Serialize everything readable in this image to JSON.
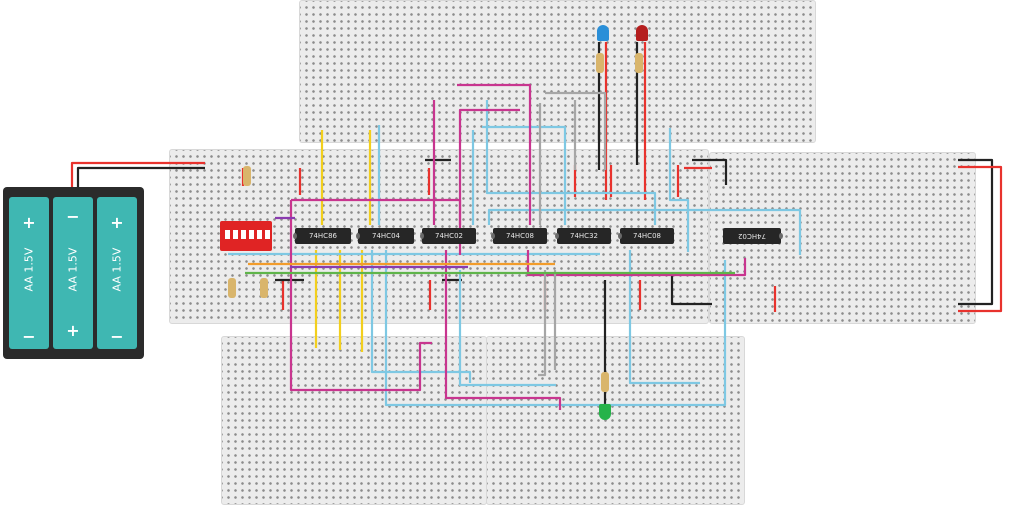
{
  "battery": {
    "cells": [
      {
        "label": "AA 1.5V",
        "top_sign": "+",
        "bottom_sign": "−"
      },
      {
        "label": "AA 1.5V",
        "top_sign": "−",
        "bottom_sign": "+"
      },
      {
        "label": "AA 1.5V",
        "top_sign": "+",
        "bottom_sign": "−"
      }
    ],
    "color": "#3fb7b2"
  },
  "chips": [
    {
      "label": "74HC86"
    },
    {
      "label": "74HC04"
    },
    {
      "label": "74HC02"
    },
    {
      "label": "74HC08"
    },
    {
      "label": "74HC32"
    },
    {
      "label": "74HC08"
    },
    {
      "label": "74HC02",
      "rotated": true
    }
  ],
  "leds": [
    {
      "name": "blue-led",
      "color": "#2a8fd8"
    },
    {
      "name": "red-led",
      "color": "#b51e1e"
    },
    {
      "name": "green-led",
      "color": "#26b34a"
    }
  ],
  "dip_switch": {
    "color": "#e02424",
    "positions": 6
  },
  "wire_colors": {
    "power": "#e8322d",
    "ground": "#222222",
    "yellow": "#f2cf1d",
    "cyan": "#7ec8e3",
    "magenta": "#c8358f",
    "gray": "#a6a6a6",
    "green": "#5fb54a",
    "orange": "#f29c2b",
    "purple": "#8a3bb0"
  }
}
